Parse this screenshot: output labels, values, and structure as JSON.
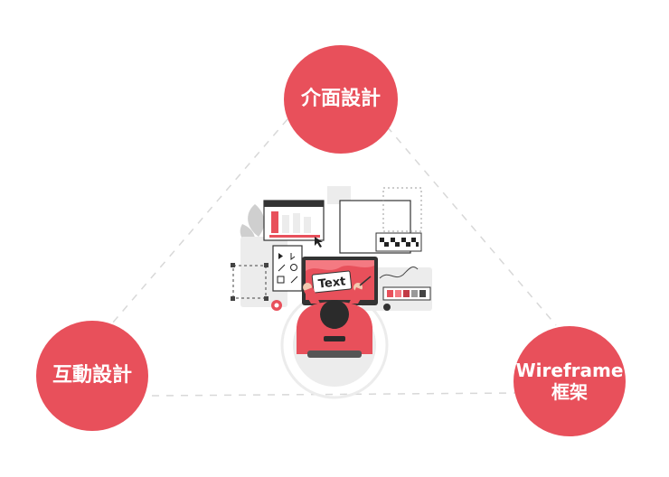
{
  "colors": {
    "accent": "#e8505b",
    "accent_dark": "#c23a45",
    "line": "#d8d8d8",
    "gray_light": "#ececec",
    "gray_mid": "#cfcfcf",
    "skin": "#f3c9b0",
    "hair": "#2b2b2b"
  },
  "nodes": {
    "top": {
      "label": "介面設計"
    },
    "left": {
      "label": "互動設計"
    },
    "right": {
      "label_line1": "Wireframe",
      "label_line2": "框架"
    }
  },
  "illustration": {
    "monitor_text": "Text"
  }
}
